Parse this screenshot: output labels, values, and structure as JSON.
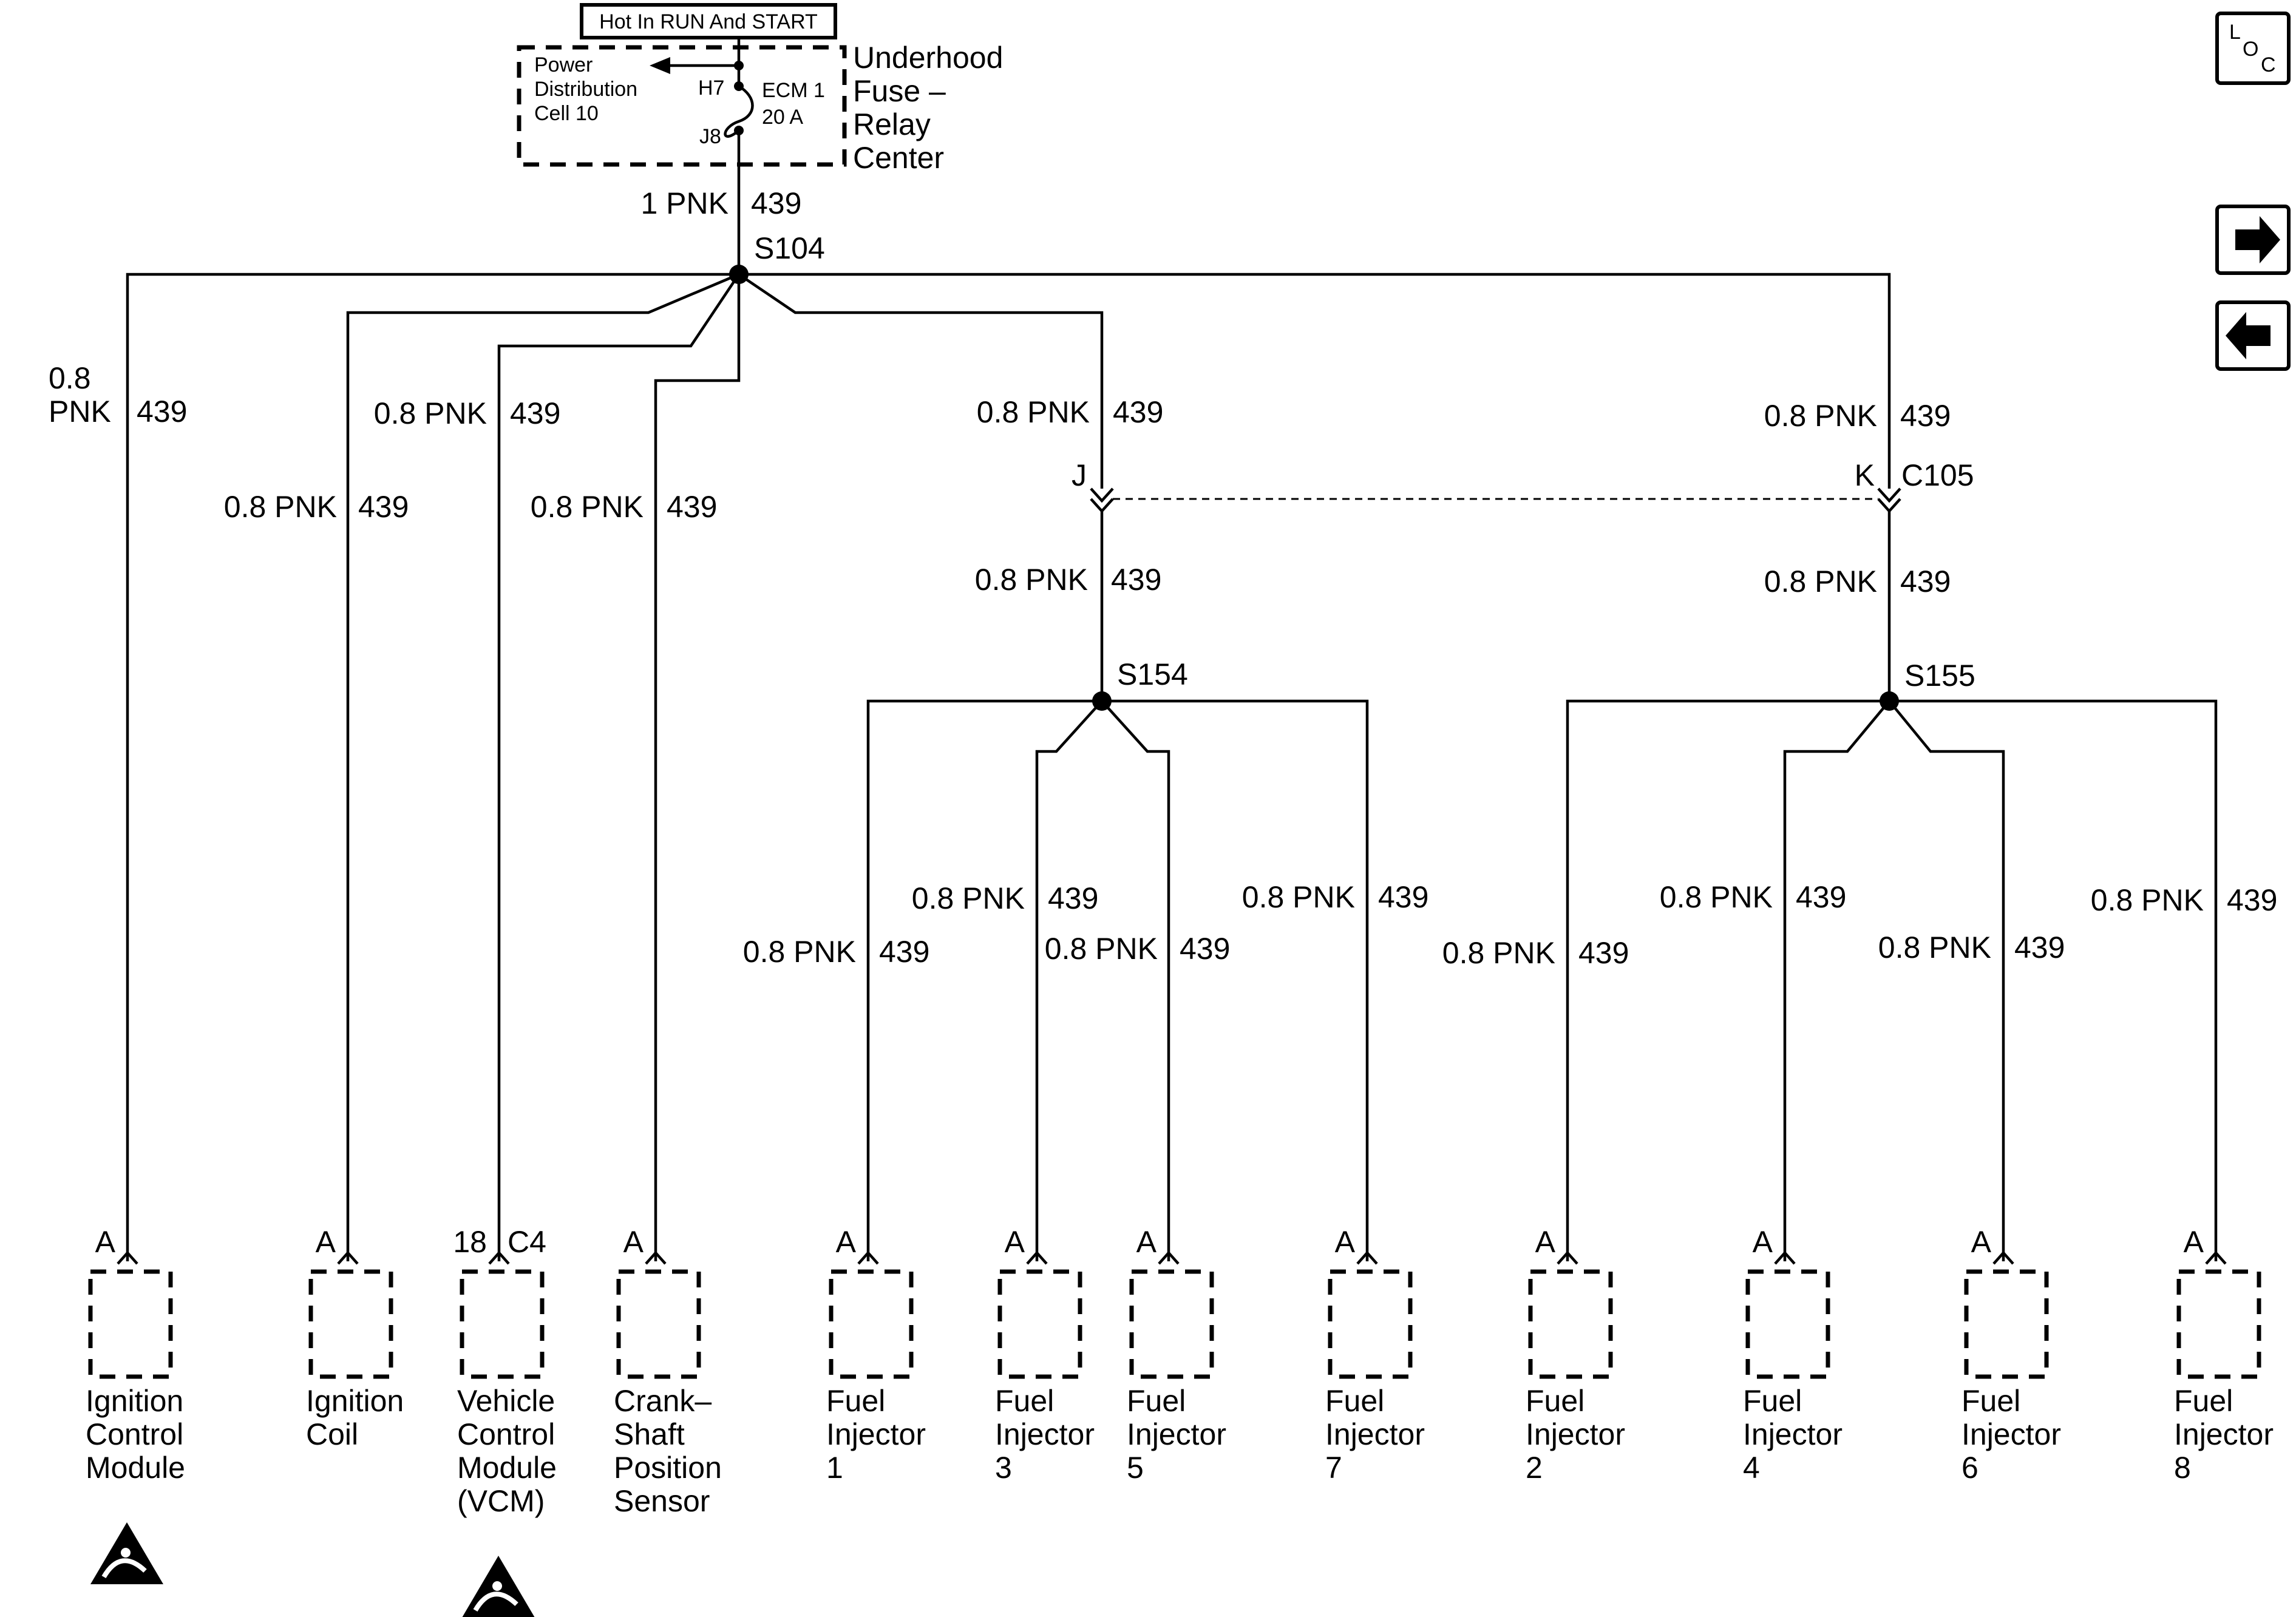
{
  "header": {
    "hot_label": "Hot In RUN And START",
    "fuse_block_left": [
      "Power",
      "Distribution",
      "Cell 10"
    ],
    "fuse_top_pin": "H7",
    "fuse_bottom_pin": "J8",
    "fuse_name": "ECM 1",
    "fuse_rating": "20 A",
    "fuse_center": [
      "Underhood",
      "Fuse –",
      "Relay",
      "Center"
    ]
  },
  "wire": {
    "main_size": "1 PNK",
    "branch_size": "0.8 PNK",
    "circuit": "439",
    "branch_size_split": [
      "0.8",
      "PNK"
    ]
  },
  "splices": {
    "main": "S104",
    "left": "S154",
    "right": "S155"
  },
  "connector": {
    "name": "C105",
    "pin_left": "J",
    "pin_right": "K"
  },
  "components": [
    {
      "pin": "A",
      "lines": [
        "Ignition",
        "Control",
        "Module"
      ],
      "esd": true
    },
    {
      "pin": "A",
      "lines": [
        "Ignition",
        "Coil"
      ],
      "esd": false
    },
    {
      "pin": "C4",
      "pin_num": "18",
      "lines": [
        "Vehicle",
        "Control",
        "Module",
        "(VCM)"
      ],
      "esd": true
    },
    {
      "pin": "A",
      "lines": [
        "Crank–",
        "Shaft",
        "Position",
        "Sensor"
      ],
      "esd": false
    },
    {
      "pin": "A",
      "lines": [
        "Fuel",
        "Injector",
        "1"
      ],
      "esd": false
    },
    {
      "pin": "A",
      "lines": [
        "Fuel",
        "Injector",
        "3"
      ],
      "esd": false
    },
    {
      "pin": "A",
      "lines": [
        "Fuel",
        "Injector",
        "5"
      ],
      "esd": false
    },
    {
      "pin": "A",
      "lines": [
        "Fuel",
        "Injector",
        "7"
      ],
      "esd": false
    },
    {
      "pin": "A",
      "lines": [
        "Fuel",
        "Injector",
        "2"
      ],
      "esd": false
    },
    {
      "pin": "A",
      "lines": [
        "Fuel",
        "Injector",
        "4"
      ],
      "esd": false
    },
    {
      "pin": "A",
      "lines": [
        "Fuel",
        "Injector",
        "6"
      ],
      "esd": false
    },
    {
      "pin": "A",
      "lines": [
        "Fuel",
        "Injector",
        "8"
      ],
      "esd": false
    }
  ],
  "nav": {
    "loc_letters": [
      "L",
      "O",
      "C"
    ],
    "next_icon": "arrow-right-icon",
    "prev_icon": "arrow-left-icon"
  }
}
